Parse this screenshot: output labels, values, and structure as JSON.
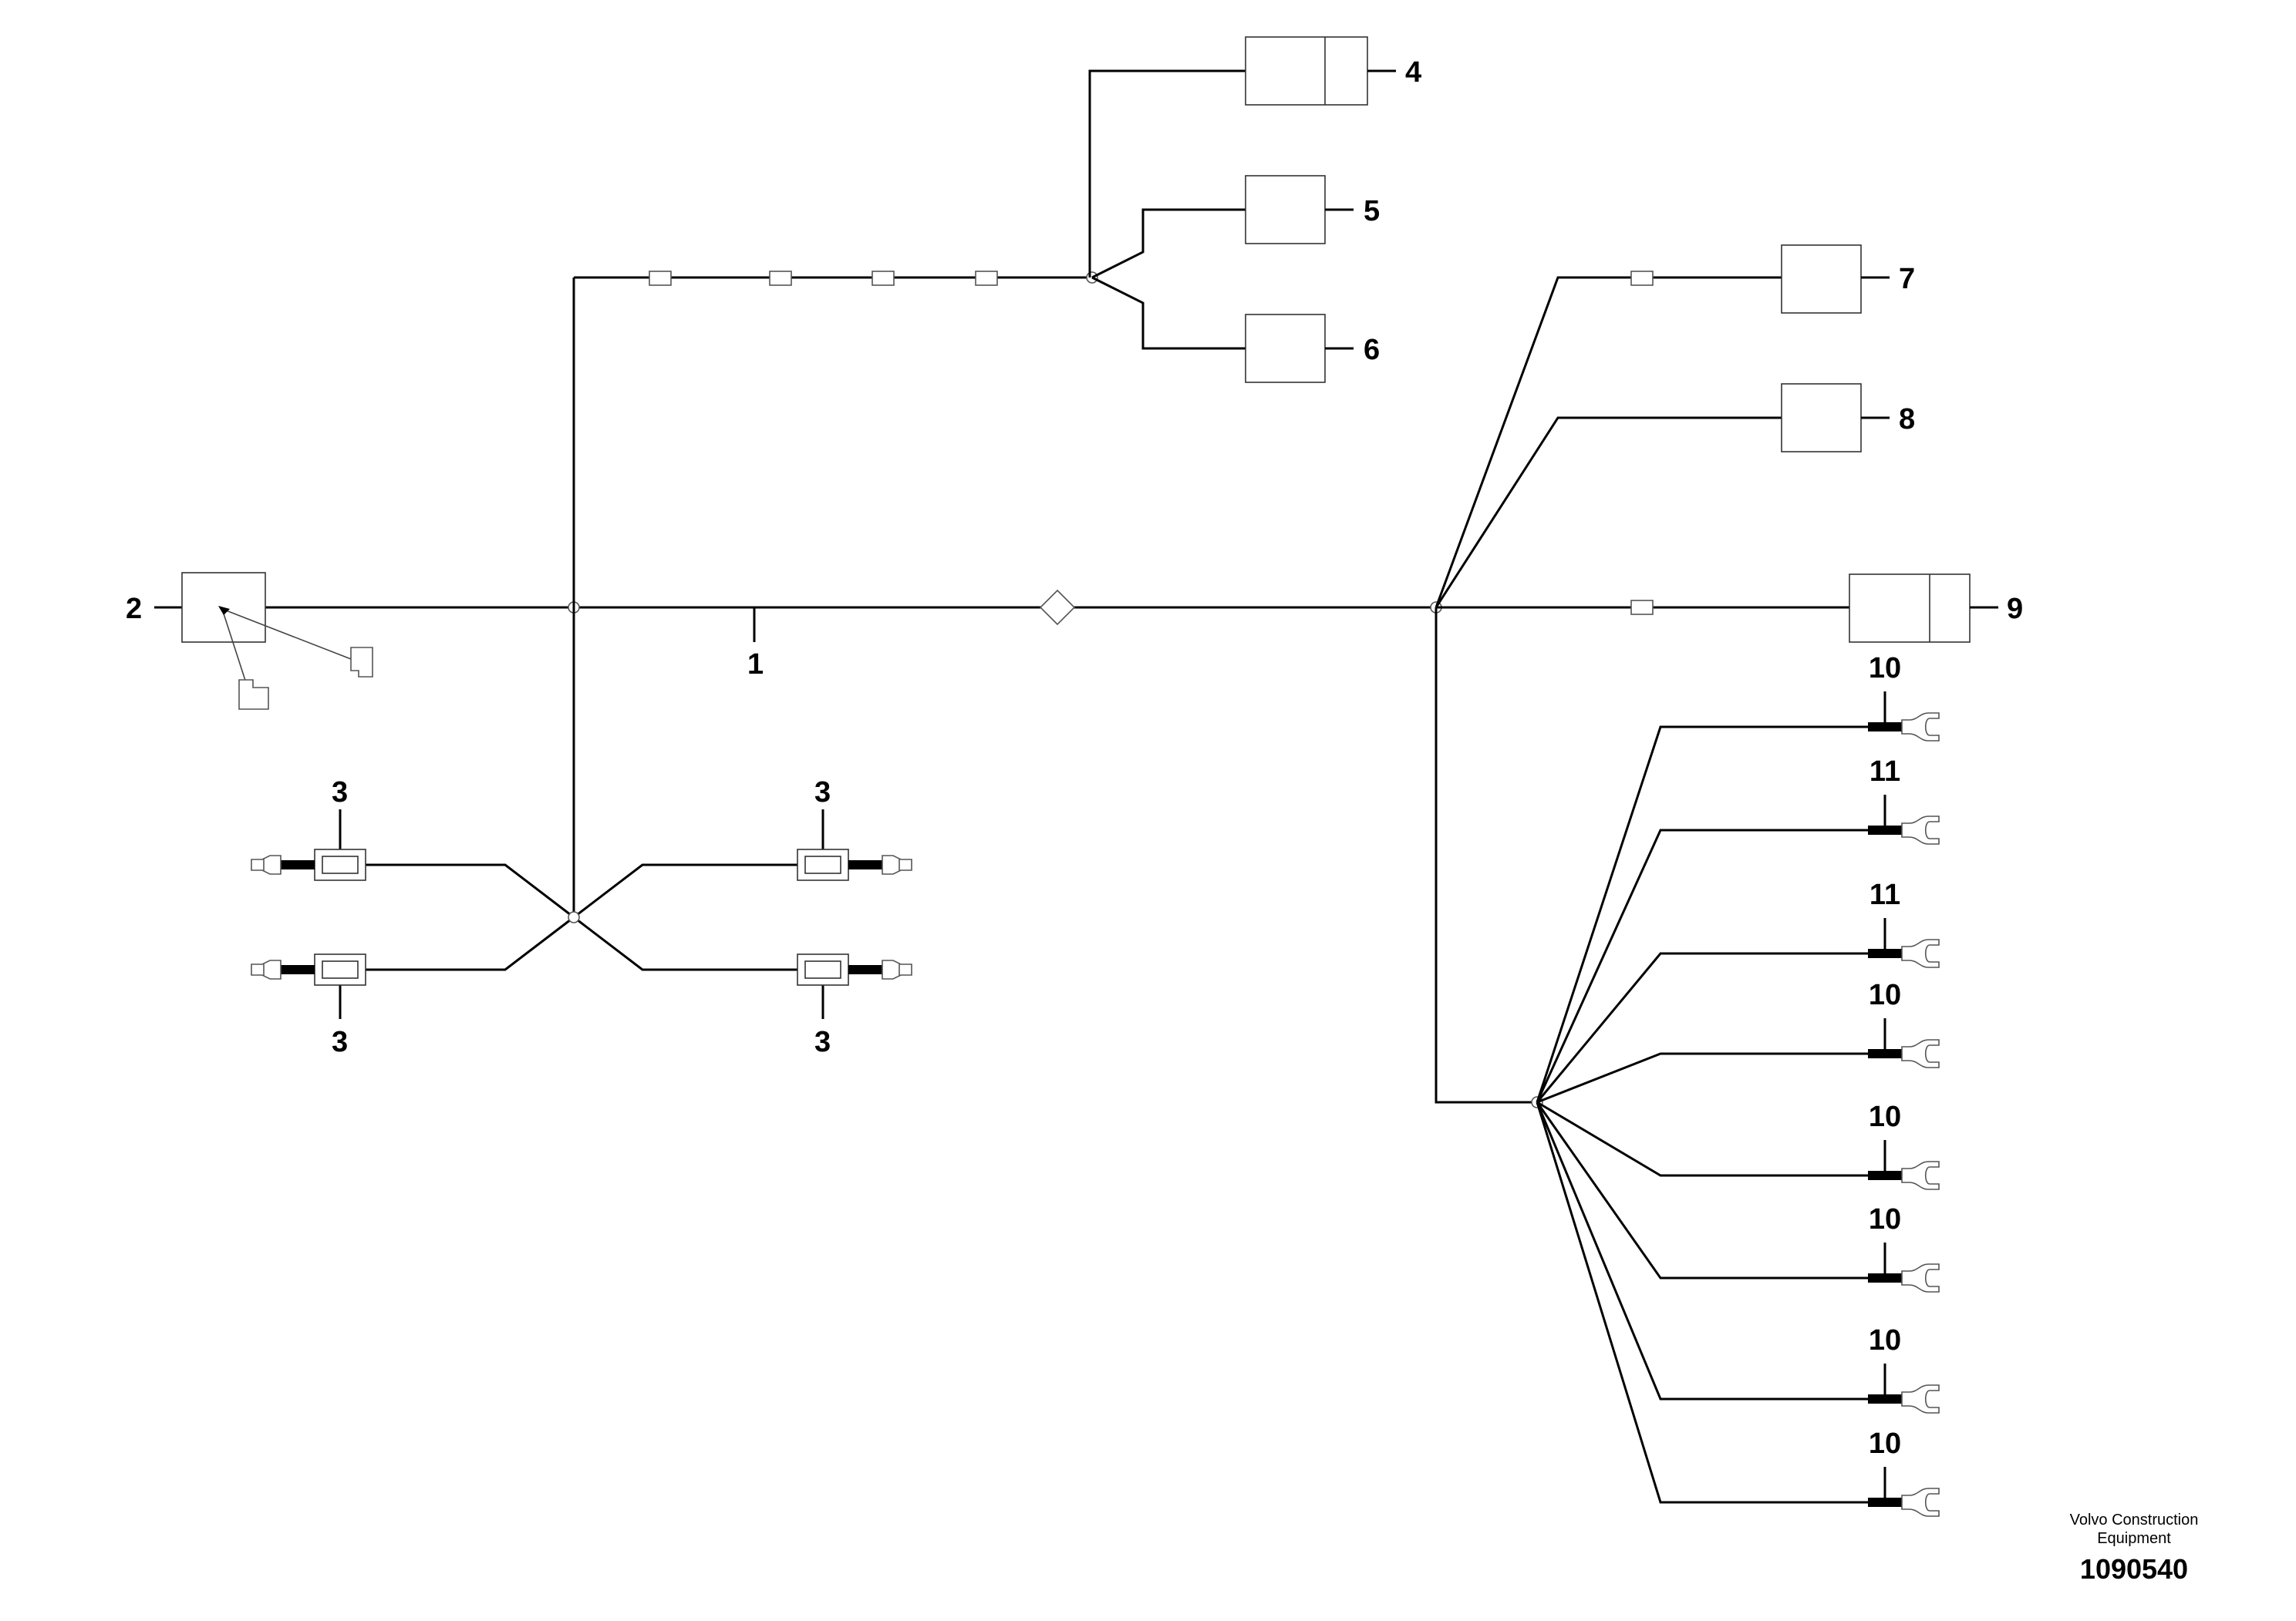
{
  "labels": {
    "item_1": "1",
    "item_2": "2",
    "item_3_top_left": "3",
    "item_3_top_right": "3",
    "item_3_bottom_left": "3",
    "item_3_bottom_right": "3",
    "item_4": "4",
    "item_5": "5",
    "item_6": "6",
    "item_7": "7",
    "item_8": "8",
    "item_9": "9",
    "terminals": [
      "10",
      "11",
      "11",
      "10",
      "10",
      "10",
      "10",
      "10"
    ]
  },
  "credit": {
    "company": "Volvo Construction Equipment",
    "drawing_number": "1090540"
  }
}
